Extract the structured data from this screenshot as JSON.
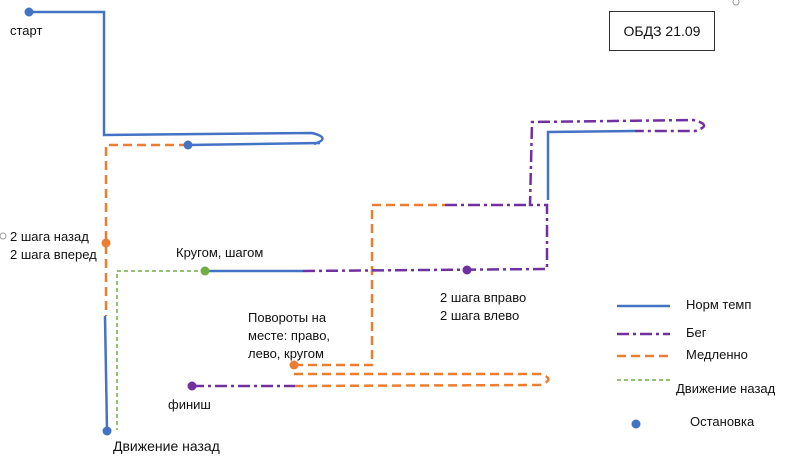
{
  "title": "ОБДЗ 21.09",
  "colors": {
    "normal": "#4472C4",
    "run": "#7030A0",
    "slow": "#ED7D31",
    "back": "#70AD47",
    "stop": "#4472C4",
    "stop_slow": "#ED7D31",
    "stop_back": "#70AD47",
    "stop_run": "#7030A0"
  },
  "labels": {
    "start": "старт",
    "steps_back_1": "2 шага назад",
    "steps_back_2": "2 шага вперед",
    "turn_step": "Кругом, шагом",
    "side_1": "2 шага вправо",
    "side_2": "2 шага влево",
    "turns_1": "Повороты на",
    "turns_2": "месте: право,",
    "turns_3": "лево, кругом",
    "finish": "финиш",
    "back_bottom": "Движение назад"
  },
  "legend": [
    {
      "label": "Норм темп",
      "style": "normal"
    },
    {
      "label": "Бег",
      "style": "run"
    },
    {
      "label": "Медленно",
      "style": "slow"
    },
    {
      "label": "Движение назад",
      "style": "back"
    },
    {
      "label": "Остановка",
      "style": "stop"
    }
  ]
}
